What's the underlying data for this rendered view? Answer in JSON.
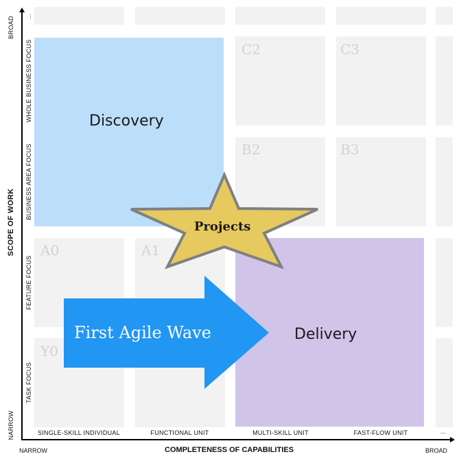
{
  "x_axis": {
    "title": "COMPLETENESS OF CAPABILITIES",
    "start_label": "NARROW",
    "end_label": "BROAD",
    "ticks": [
      "SINGLE-SKILL INDIVIDUAL",
      "FUNCTIONAL UNIT",
      "MULTI-SKILL UNIT",
      "FAST-FLOW UNIT",
      "..."
    ]
  },
  "y_axis": {
    "title": "SCOPE OF WORK",
    "start_label": "NARROW",
    "end_label": "BROAD",
    "ticks": [
      "TASK FOCUS",
      "FEATURE FOCUS",
      "BUSINESS  AREA FOCUS",
      "WHOLE BUSINESS FOCUS",
      "..."
    ]
  },
  "cells": {
    "y0": "Y0",
    "a0": "A0",
    "a1": "A1",
    "b2": "B2",
    "b3": "B3",
    "c2": "C2",
    "c3": "C3"
  },
  "regions": {
    "discovery": {
      "label": "Discovery",
      "color": "#bbdefb"
    },
    "delivery": {
      "label": "Delivery",
      "color": "#d1c4e9"
    },
    "first_wave": {
      "label": "First Agile Wave",
      "color": "#2196f3"
    },
    "projects": {
      "label": "Projects",
      "color": "#e6c95f"
    }
  }
}
